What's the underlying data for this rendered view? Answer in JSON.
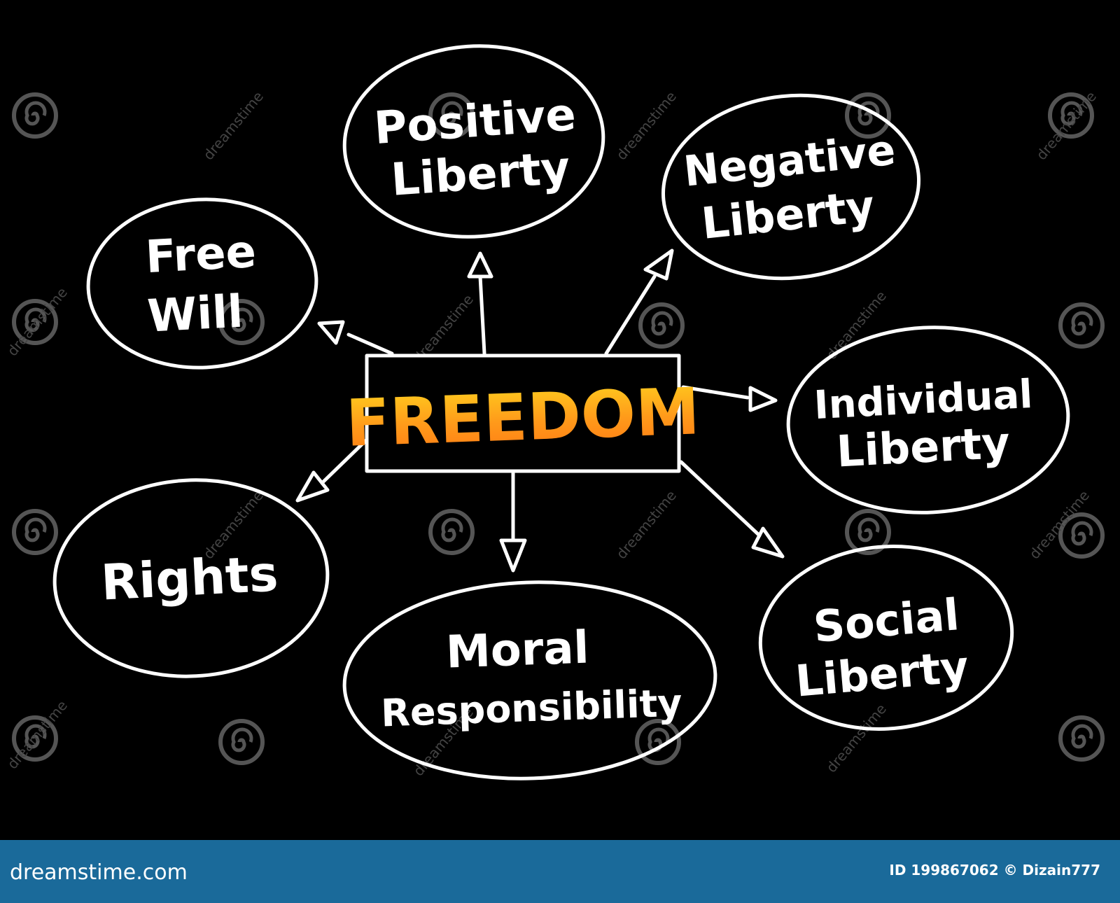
{
  "center": {
    "label": "FREEDOM"
  },
  "nodes": [
    {
      "id": "positive-liberty",
      "lines": [
        "Positive",
        "Liberty"
      ]
    },
    {
      "id": "negative-liberty",
      "lines": [
        "Negative",
        "Liberty"
      ]
    },
    {
      "id": "free-will",
      "lines": [
        "Free",
        "Will"
      ]
    },
    {
      "id": "individual-liberty",
      "lines": [
        "Individual",
        "Liberty"
      ]
    },
    {
      "id": "rights",
      "lines": [
        "Rights"
      ]
    },
    {
      "id": "moral-responsibility",
      "lines": [
        "Moral",
        "Responsibility"
      ]
    },
    {
      "id": "social-liberty",
      "lines": [
        "Social",
        "Liberty"
      ]
    }
  ],
  "watermark": {
    "text": "dreamstime"
  },
  "footer": {
    "logo_text": "dreamstime.com",
    "id_text": "ID 199867062 © Dizain777",
    "background_color": "#1a6a9a"
  },
  "colors": {
    "background": "#000000",
    "stroke": "#ffffff",
    "center_gradient": [
      "#ffd21f",
      "#ff9a1a",
      "#ff7a14"
    ]
  }
}
